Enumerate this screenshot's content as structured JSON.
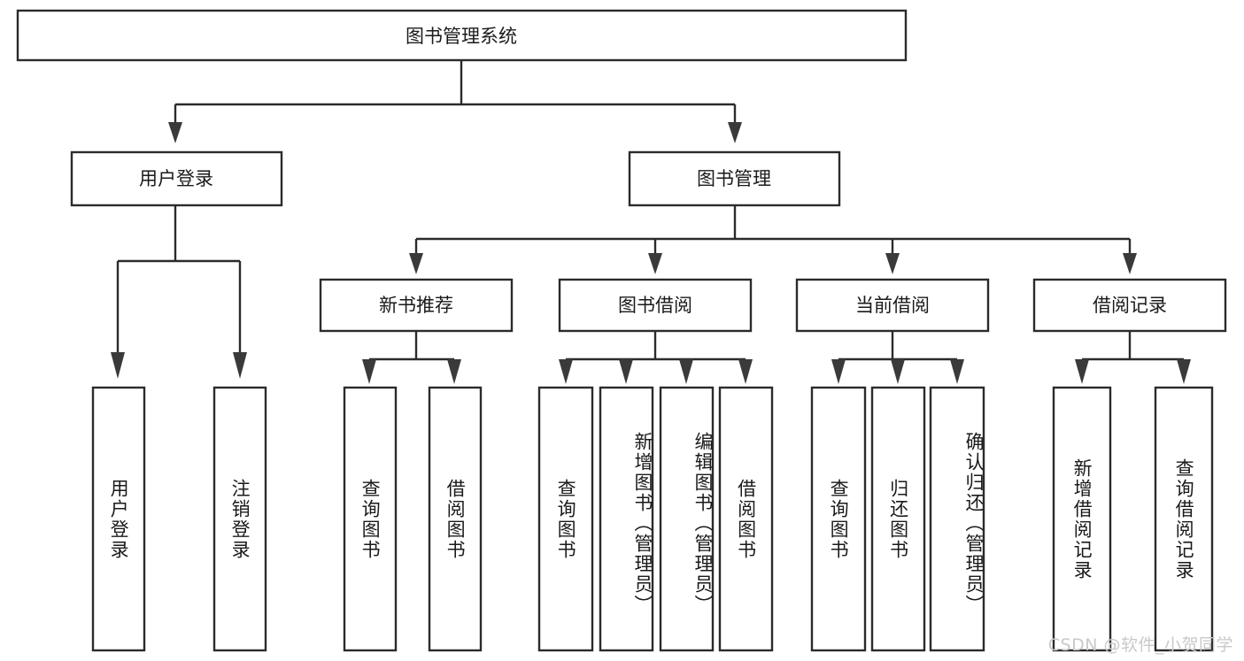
{
  "diagram": {
    "type": "tree-hierarchy",
    "title": "图书管理系统",
    "orientation": "top-down",
    "levels": 4,
    "root": {
      "id": "root",
      "label": "图书管理系统",
      "text_direction": "horizontal"
    },
    "level2": [
      {
        "id": "user-login",
        "label": "用户登录",
        "text_direction": "horizontal"
      },
      {
        "id": "book-manage",
        "label": "图书管理",
        "text_direction": "horizontal"
      }
    ],
    "level3": [
      {
        "id": "new-book-rec",
        "label": "新书推荐",
        "text_direction": "horizontal",
        "parent": "book-manage"
      },
      {
        "id": "book-borrow",
        "label": "图书借阅",
        "text_direction": "horizontal",
        "parent": "book-manage"
      },
      {
        "id": "current-borrow",
        "label": "当前借阅",
        "text_direction": "horizontal",
        "parent": "book-manage"
      },
      {
        "id": "borrow-record",
        "label": "借阅记录",
        "text_direction": "horizontal",
        "parent": "book-manage"
      }
    ],
    "leaves": [
      {
        "id": "leaf-user-login",
        "label": "用户登录",
        "parent": "user-login",
        "text_direction": "vertical"
      },
      {
        "id": "leaf-logout",
        "label": "注销登录",
        "parent": "user-login",
        "text_direction": "vertical"
      },
      {
        "id": "leaf-query-book-1",
        "label": "查询图书",
        "parent": "new-book-rec",
        "text_direction": "vertical"
      },
      {
        "id": "leaf-borrow-book-1",
        "label": "借阅图书",
        "parent": "new-book-rec",
        "text_direction": "vertical"
      },
      {
        "id": "leaf-query-book-2",
        "label": "查询图书",
        "parent": "book-borrow",
        "text_direction": "vertical"
      },
      {
        "id": "leaf-add-book",
        "label": "新增图书（管理员）",
        "parent": "book-borrow",
        "text_direction": "vertical"
      },
      {
        "id": "leaf-edit-book",
        "label": "编辑图书（管理员）",
        "parent": "book-borrow",
        "text_direction": "vertical"
      },
      {
        "id": "leaf-borrow-book-2",
        "label": "借阅图书",
        "parent": "book-borrow",
        "text_direction": "vertical"
      },
      {
        "id": "leaf-query-book-3",
        "label": "查询图书",
        "parent": "current-borrow",
        "text_direction": "vertical"
      },
      {
        "id": "leaf-return-book",
        "label": "归还图书",
        "parent": "current-borrow",
        "text_direction": "vertical"
      },
      {
        "id": "leaf-confirm-return",
        "label": "确认归还（管理员）",
        "parent": "current-borrow",
        "text_direction": "vertical"
      },
      {
        "id": "leaf-add-record",
        "label": "新增借阅记录",
        "parent": "borrow-record",
        "text_direction": "vertical"
      },
      {
        "id": "leaf-query-record",
        "label": "查询借阅记录",
        "parent": "borrow-record",
        "text_direction": "vertical"
      }
    ],
    "colors": {
      "box_stroke": "#2b2b2b",
      "box_fill": "#ffffff",
      "text": "#1a1a1a",
      "connector": "#2b2b2b",
      "arrow": "#3a3a3a",
      "background": "#ffffff",
      "watermark": "#c9c9c9"
    }
  },
  "watermark": {
    "text": "CSDN @软件_小贺同学"
  }
}
